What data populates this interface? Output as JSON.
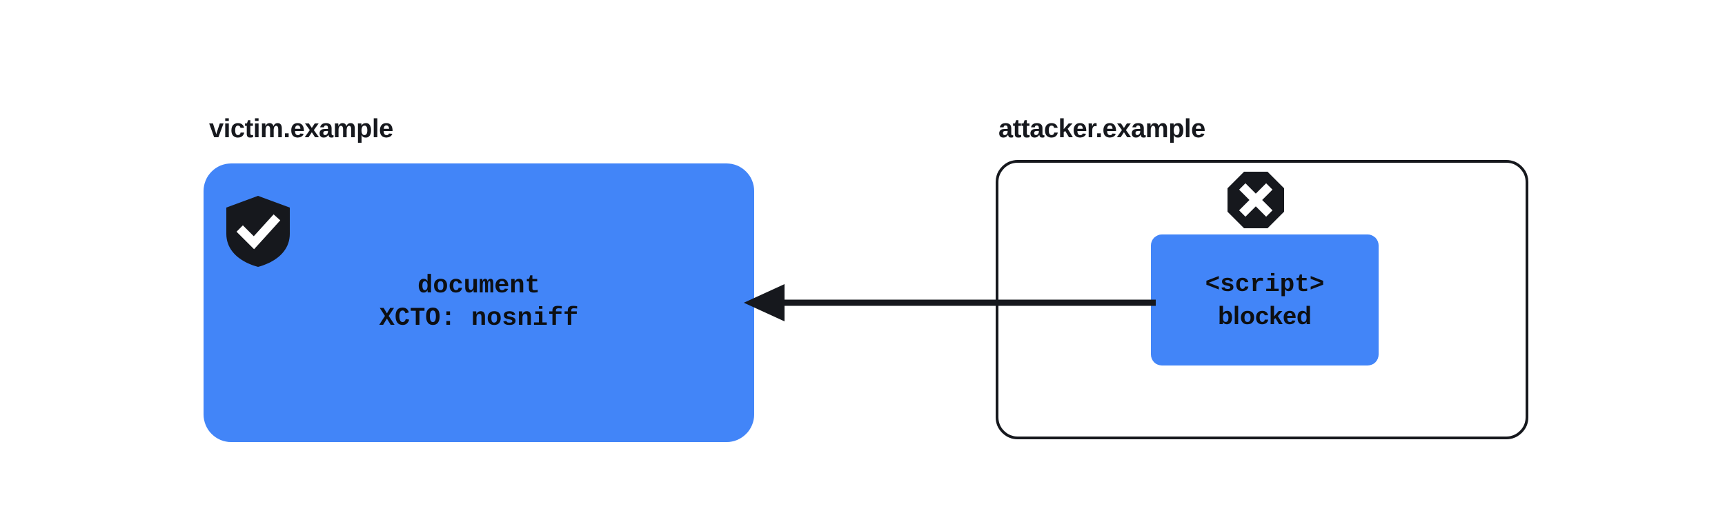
{
  "diagram": {
    "background_color": "#ffffff",
    "accent_color": "#4285f8",
    "ink_color": "#16181d",
    "victim": {
      "title": "victim.example",
      "shield_icon": "shield-check-icon",
      "document": {
        "line1": "document",
        "line2": "XCTO: nosniff"
      }
    },
    "attacker": {
      "title": "attacker.example",
      "block_icon": "octagon-x-icon",
      "script": {
        "line1": "<script>",
        "line2": "blocked"
      }
    },
    "arrow": {
      "name": "blocked-request-arrow",
      "direction": "right-to-left",
      "color": "#16181d"
    }
  }
}
